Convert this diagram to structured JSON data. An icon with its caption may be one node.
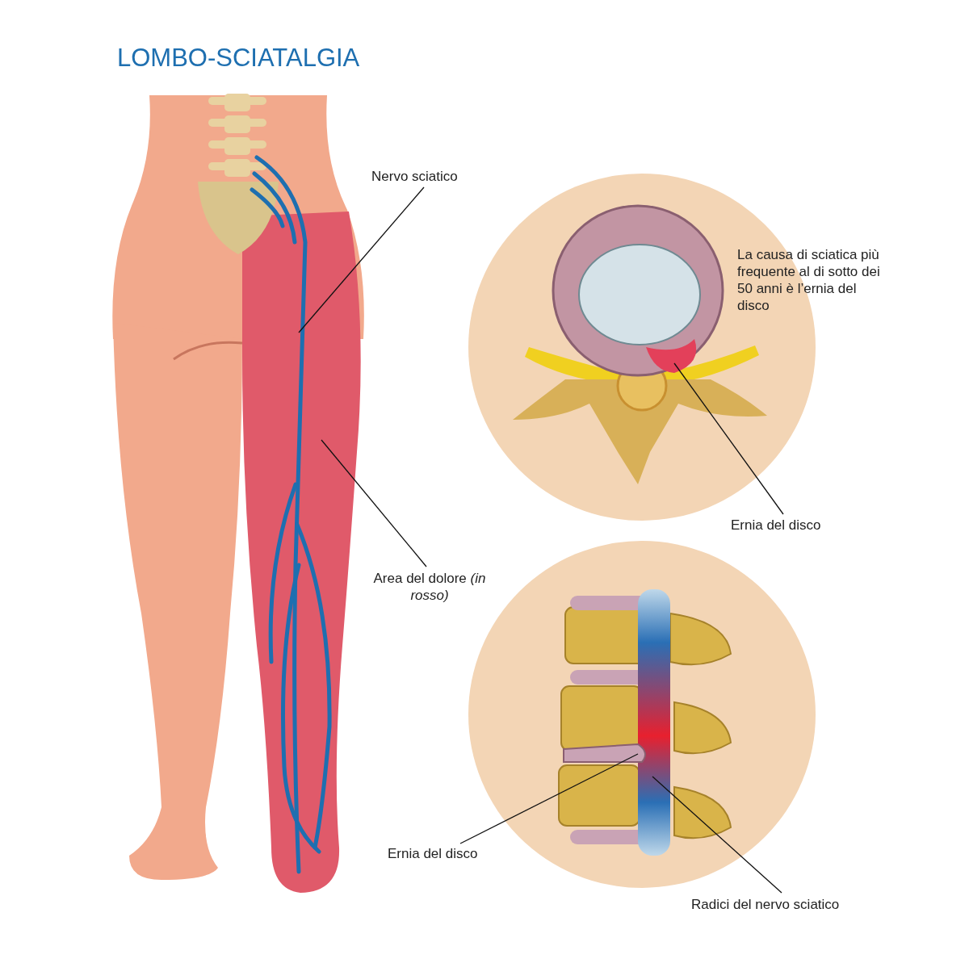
{
  "diagram": {
    "title": "LOMBO-SCIATALGIA",
    "nodes": [
      {
        "text": [
          "Nervo sciatico"
        ]
      },
      {
        "text": [],
        "shape": "picture"
      },
      {
        "text": [
          "Area del dolore *(in rosso)*"
        ]
      },
      {
        "text": [],
        "shape": "picture"
      },
      {
        "text": [
          "Ernia del disco"
        ]
      },
      {
        "text": [],
        "shape": "picture"
      },
      {
        "text": [
          "Ernia del disco"
        ]
      },
      {
        "text": [],
        "shape": "box"
      },
      {
        "text": [
          "Radici del nervo sciatico"
        ]
      },
      {
        "text": [],
        "shape": "picture"
      }
    ],
    "edges": [
      {
        "from": 0,
        "to": 1,
        "arrow": "none"
      },
      {
        "from": 2,
        "to": 3,
        "arrow": "none"
      },
      {
        "from": 4,
        "to": 5,
        "arrow": "none"
      },
      {
        "from": 6,
        "to": 7,
        "arrow": "none"
      },
      {
        "from": 8,
        "to": 9,
        "arrow": "none"
      }
    ],
    "labels": [
      "La causa di sciatica più frequente al di sotto dei 50 anni è l’ernia del disco"
    ]
  }
}
